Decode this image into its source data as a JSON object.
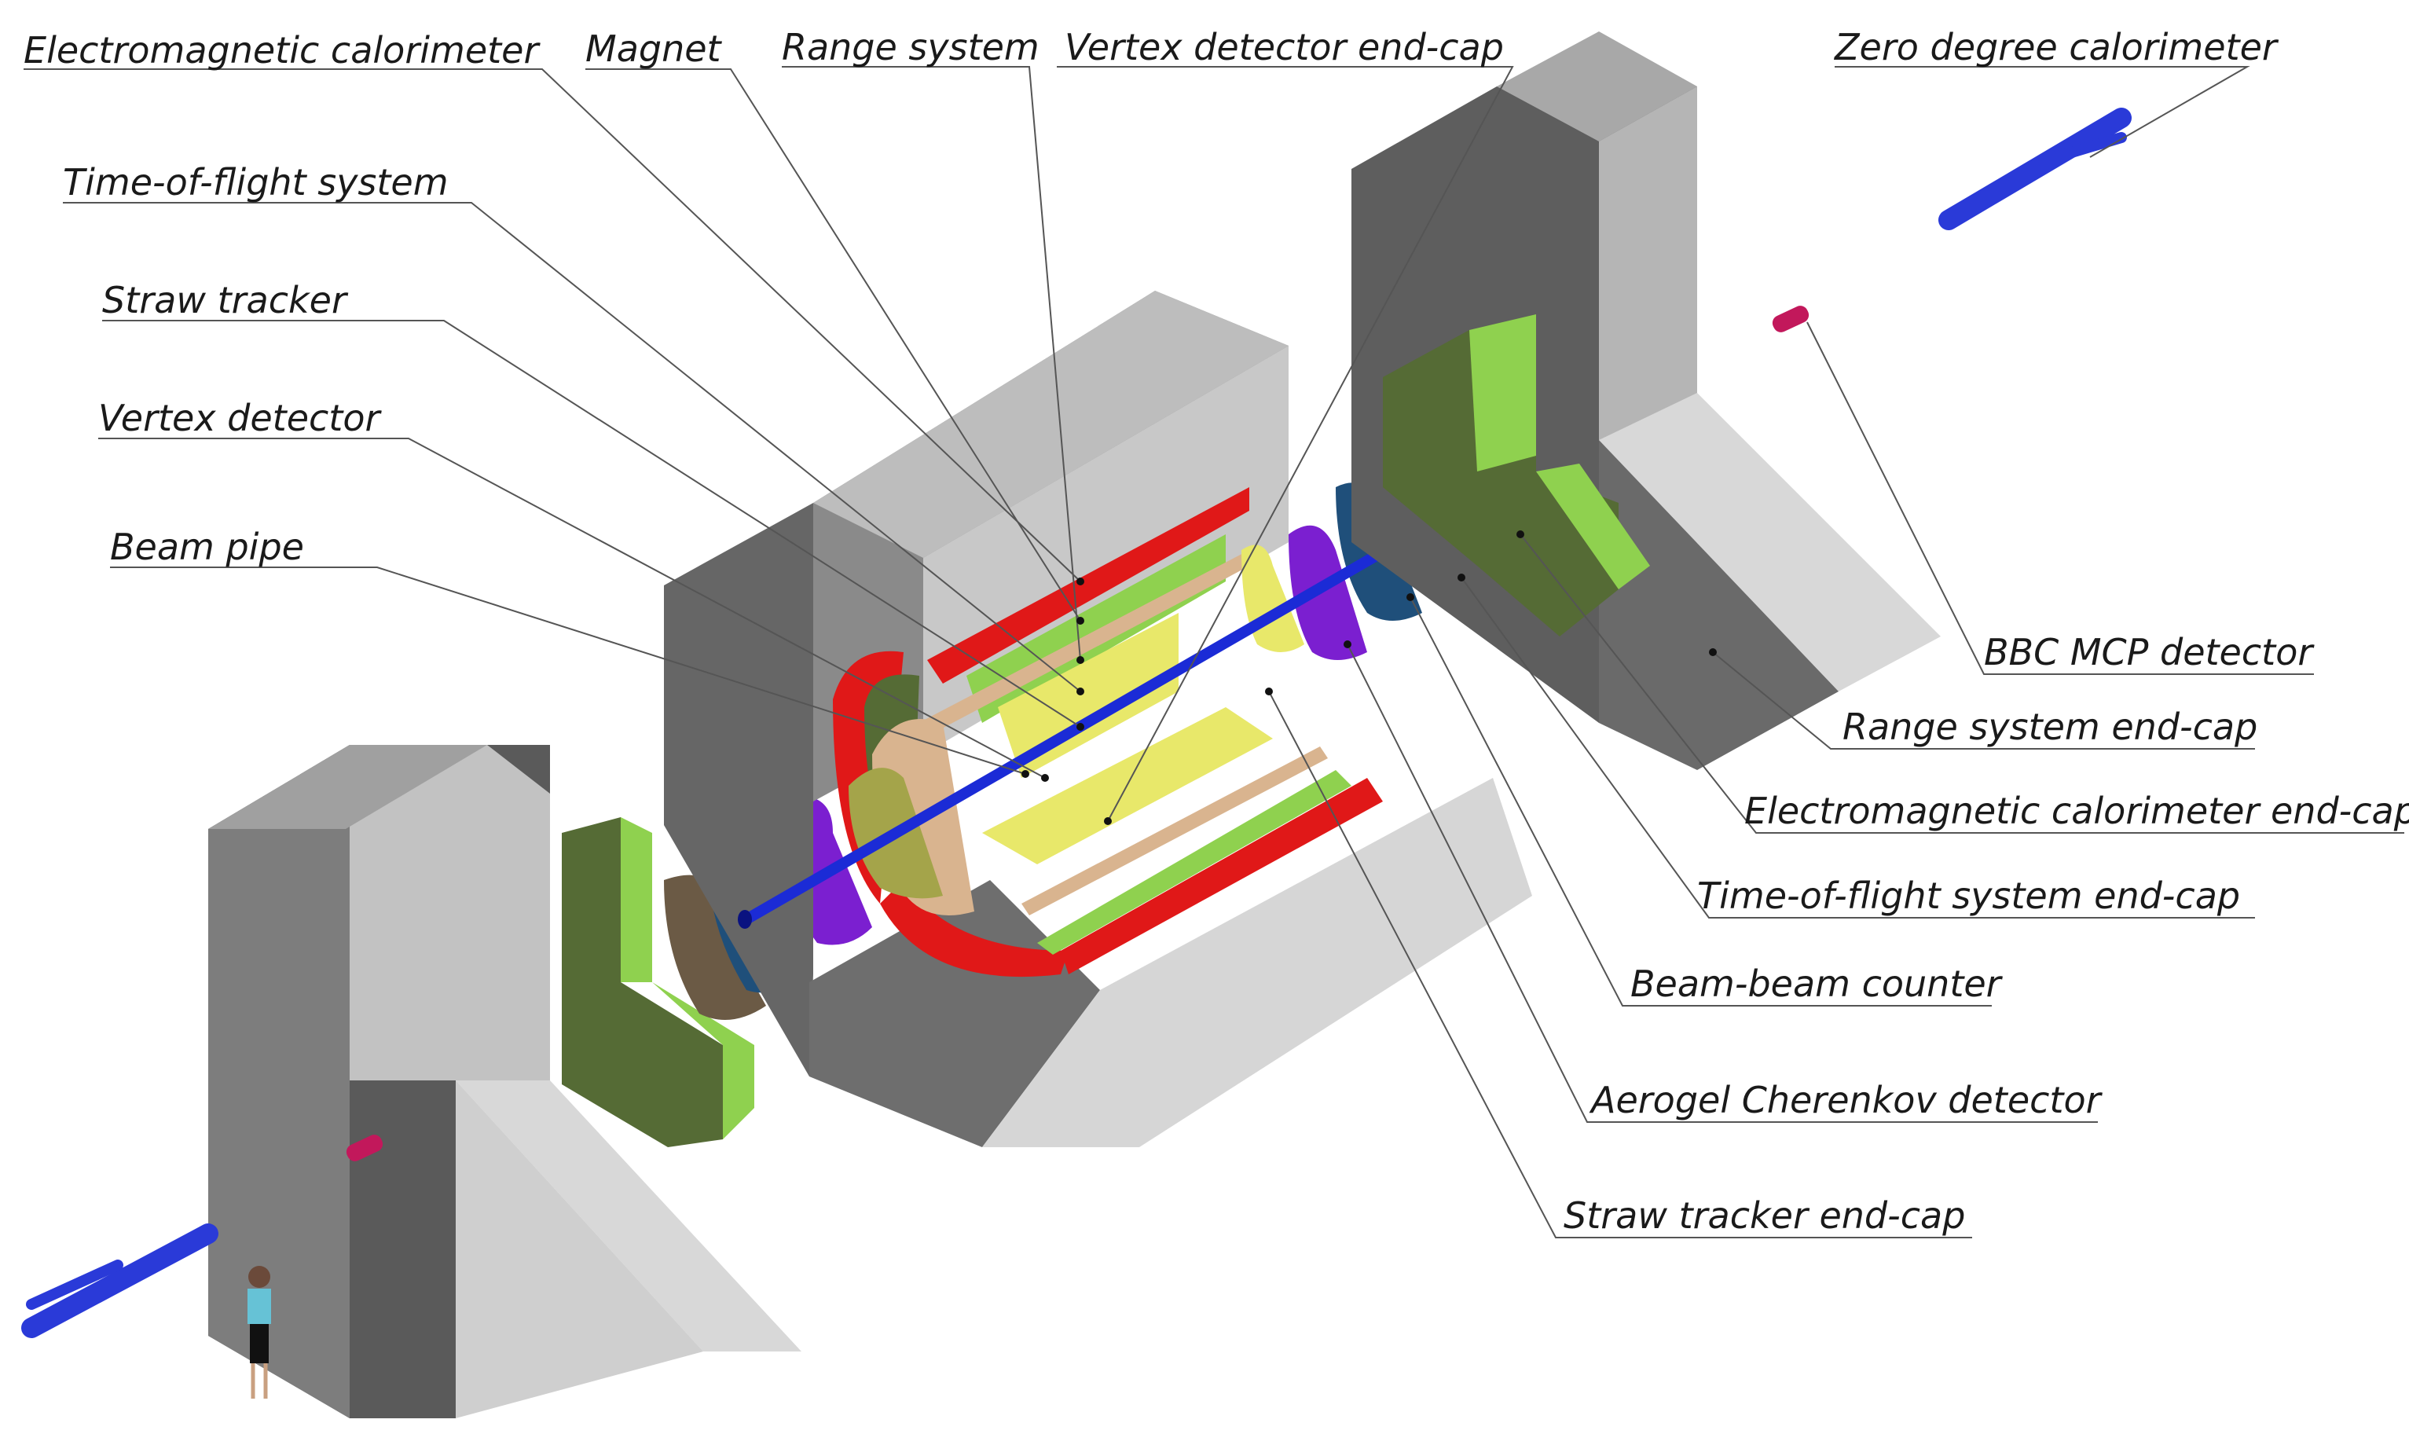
{
  "labels": {
    "emcal": "Electromagnetic calorimeter",
    "magnet": "Magnet",
    "range": "Range system",
    "vtx_endcap": "Vertex detector end-cap",
    "zdc": "Zero degree calorimeter",
    "tof": "Time-of-flight system",
    "straw": "Straw tracker",
    "vertex": "Vertex detector",
    "beampipe": "Beam pipe",
    "bbc_mcp": "BBC MCP detector",
    "range_endcap": "Range system end-cap",
    "emcal_endcap": "Electromagnetic calorimeter end-cap",
    "tof_endcap": "Time-of-flight system end-cap",
    "bbc": "Beam-beam counter",
    "aerogel": "Aerogel Cherenkov detector",
    "straw_endcap": "Straw tracker end-cap"
  },
  "colors": {
    "yoke_dark": "#5f5f5f",
    "yoke_mid": "#8c8c8c",
    "yoke_light": "#c8c8c8",
    "yoke_top": "#a9a9a9",
    "magnet_red": "#e01818",
    "range_green": "#8fd14f",
    "range_green_dark": "#556b35",
    "emcal_yellow": "#e8e86a",
    "tof_tan": "#d9b48f",
    "tof_brown": "#6b5a45",
    "bbc_purple": "#7b1fd0",
    "bbc_purple_dark": "#4a1080",
    "aerogel_blue": "#1f4f7a",
    "beampipe_blue": "#1b2bd6",
    "zdc_blue": "#2a3ad8",
    "leader_line": "#555555"
  }
}
